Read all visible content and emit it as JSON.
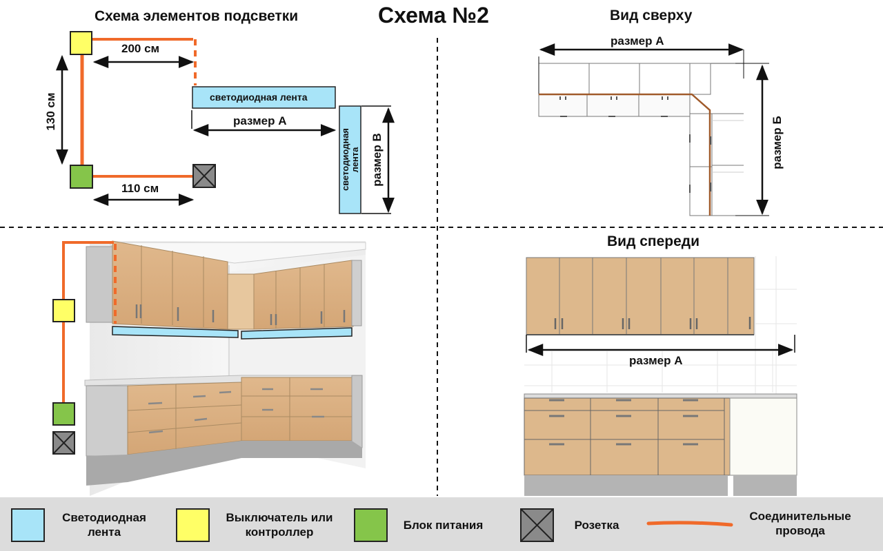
{
  "title": "Схема №2",
  "schematic": {
    "title": "Схема элементов подсветки",
    "dim_horizontal_top": "200 см",
    "dim_vertical_left": "130 см",
    "dim_horizontal_bottom": "110 см",
    "strip_horizontal": "светодиодная лента",
    "strip_vertical": "светодиодная лента",
    "size_a": "размер А",
    "size_b": "размер В"
  },
  "top_view": {
    "title": "Вид сверху",
    "size_a": "размер А",
    "size_b": "размер Б"
  },
  "front_view": {
    "title": "Вид спереди",
    "size_a": "размер А"
  },
  "legend": {
    "led_strip": "Светодиодная лента",
    "switch": "Выключатель или контроллер",
    "power": "Блок питания",
    "socket": "Розетка",
    "wires": "Соединительные провода"
  },
  "colors": {
    "led_strip": "#a8e4f8",
    "switch": "#ffff66",
    "power": "#85c54a",
    "socket": "#8a8a8a",
    "wire": "#f06a2a",
    "cabinet": "#ddb88c"
  }
}
